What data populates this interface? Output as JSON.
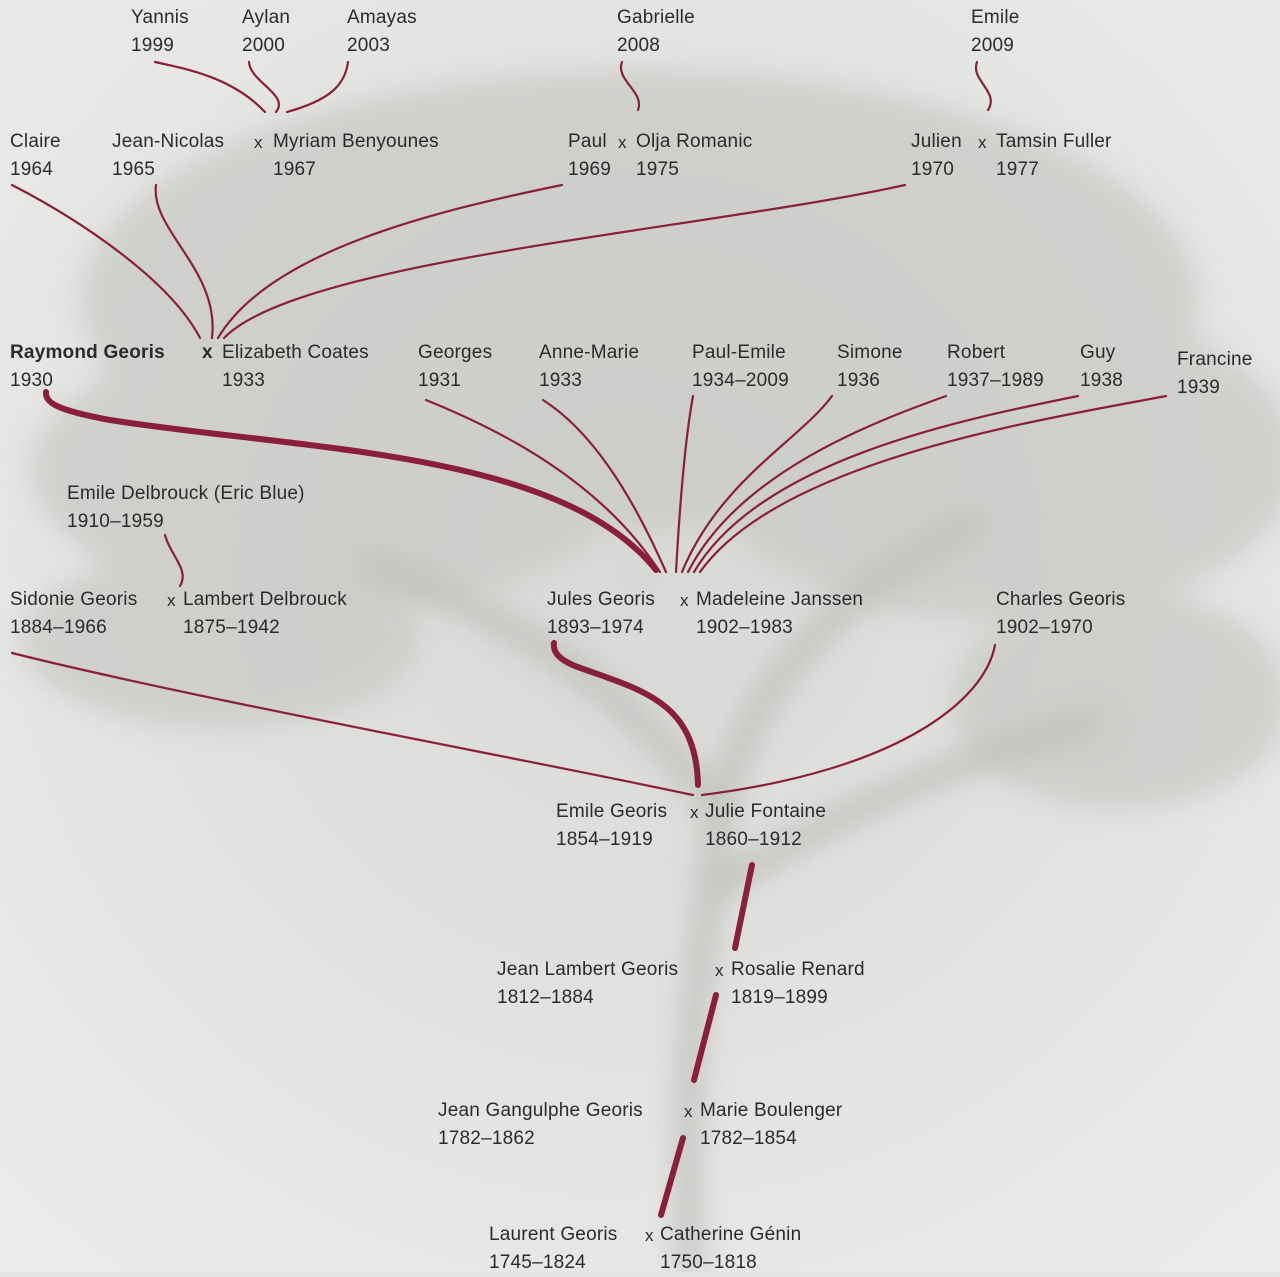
{
  "colors": {
    "line": "#8a1f3c",
    "text": "#2b2b2b",
    "background": "#e4e4e2"
  },
  "marriage_sep": "x",
  "people": {
    "yannis": {
      "name": "Yannis",
      "date": "1999"
    },
    "aylan": {
      "name": "Aylan",
      "date": "2000"
    },
    "amayas": {
      "name": "Amayas",
      "date": "2003"
    },
    "gabrielle": {
      "name": "Gabrielle",
      "date": "2008"
    },
    "emile_2009": {
      "name": "Emile",
      "date": "2009"
    },
    "claire": {
      "name": "Claire",
      "date": "1964"
    },
    "jean_nicolas": {
      "name": "Jean-Nicolas",
      "date": "1965"
    },
    "myriam": {
      "name": "Myriam Benyounes",
      "date": "1967"
    },
    "paul": {
      "name": "Paul",
      "date": "1969"
    },
    "olja": {
      "name": "Olja Romanic",
      "date": "1975"
    },
    "julien": {
      "name": "Julien",
      "date": "1970"
    },
    "tamsin": {
      "name": "Tamsin Fuller",
      "date": "1977"
    },
    "raymond": {
      "name": "Raymond Georis",
      "date": "1930"
    },
    "elizabeth": {
      "name": "Elizabeth Coates",
      "date": "1933"
    },
    "georges": {
      "name": "Georges",
      "date": "1931"
    },
    "anne_marie": {
      "name": "Anne-Marie",
      "date": "1933"
    },
    "paul_emile": {
      "name": "Paul-Emile",
      "date": "1934–2009"
    },
    "simone": {
      "name": "Simone",
      "date": "1936"
    },
    "robert": {
      "name": "Robert",
      "date": "1937–1989"
    },
    "guy": {
      "name": "Guy",
      "date": "1938"
    },
    "francine": {
      "name": "Francine",
      "date": "1939"
    },
    "emile_delbrouck": {
      "name": "Emile Delbrouck (Eric Blue)",
      "date": "1910–1959"
    },
    "sidonie": {
      "name": "Sidonie Georis",
      "date": "1884–1966"
    },
    "lambert": {
      "name": "Lambert Delbrouck",
      "date": "1875–1942"
    },
    "jules": {
      "name": "Jules Georis",
      "date": "1893–1974"
    },
    "madeleine": {
      "name": "Madeleine Janssen",
      "date": "1902–1983"
    },
    "charles": {
      "name": "Charles Georis",
      "date": "1902–1970"
    },
    "emile_georis": {
      "name": "Emile Georis",
      "date": "1854–1919"
    },
    "julie": {
      "name": "Julie Fontaine",
      "date": "1860–1912"
    },
    "jean_lambert": {
      "name": "Jean Lambert Georis",
      "date": "1812–1884"
    },
    "rosalie": {
      "name": "Rosalie Renard",
      "date": "1819–1899"
    },
    "jean_gangulphe": {
      "name": "Jean Gangulphe Georis",
      "date": "1782–1862"
    },
    "marie": {
      "name": "Marie Boulenger",
      "date": "1782–1854"
    },
    "laurent": {
      "name": "Laurent Georis",
      "date": "1745–1824"
    },
    "catherine": {
      "name": "Catherine Génin",
      "date": "1750–1818"
    }
  }
}
